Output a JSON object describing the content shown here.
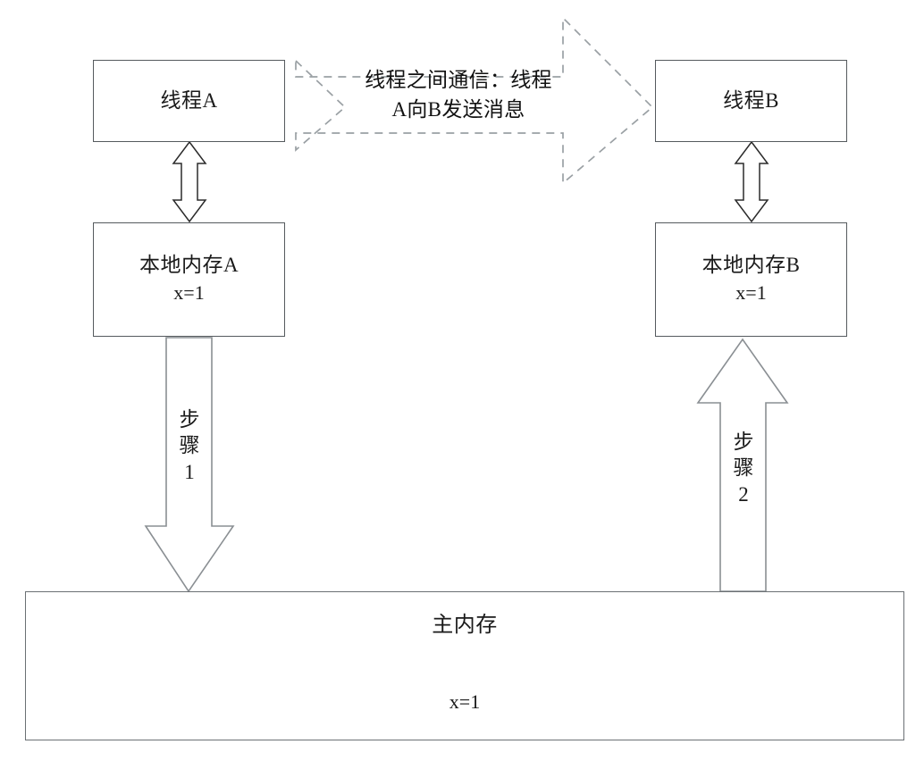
{
  "diagram": {
    "title": "Java Memory Model - thread communication",
    "colors": {
      "box_border": "#555a5e",
      "main_box_border": "#6b7074",
      "arrow_outline": "#8a8f93",
      "dashed_arrow": "#9aa0a4",
      "text": "#1a1a1a",
      "background": "#ffffff"
    }
  },
  "thread_a": {
    "label": "线程A"
  },
  "thread_b": {
    "label": "线程B"
  },
  "local_memory_a": {
    "label": "本地内存A",
    "value": "x=1"
  },
  "local_memory_b": {
    "label": "本地内存B",
    "value": "x=1"
  },
  "main_memory": {
    "label": "主内存",
    "value": "x=1"
  },
  "message_arrow": {
    "line1": "线程之间通信：线程",
    "line2": "A向B发送消息"
  },
  "step1": {
    "char1": "步",
    "char2": "骤",
    "char3": "1"
  },
  "step2": {
    "char1": "步",
    "char2": "骤",
    "char3": "2"
  }
}
